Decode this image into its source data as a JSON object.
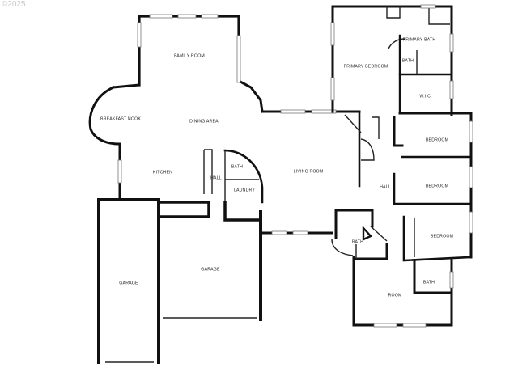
{
  "watermark": "©2025",
  "rooms": {
    "family_room": "FAMILY ROOM",
    "breakfast_nook": "BREAKFAST NOOK",
    "dining_area": "DINING AREA",
    "kitchen": "KITCHEN",
    "hall_left": "HALL",
    "bath_left": "BATH",
    "laundry": "LAUNDRY",
    "living_room": "LIVING ROOM",
    "garage_left": "GARAGE",
    "garage_right": "GARAGE",
    "primary_bedroom": "PRIMARY BEDROOM",
    "primary_bath": "PRIMARY BATH",
    "bath_primary_small": "BATH",
    "wic": "W.I.C.",
    "bedroom_1": "BEDROOM",
    "bedroom_2": "BEDROOM",
    "hall_right": "HALL",
    "bedroom_3": "BEDROOM",
    "bath_center": "BATH",
    "bath_right": "BATH",
    "room": "ROOM"
  },
  "colors": {
    "wall": "#111111",
    "window": "#777777",
    "background": "#ffffff"
  }
}
